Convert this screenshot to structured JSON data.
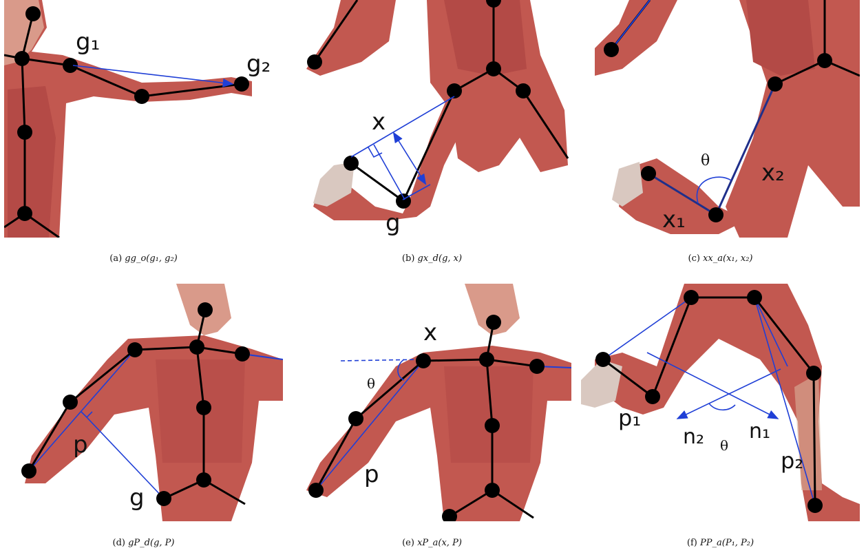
{
  "panels": [
    {
      "caption_letter": "(a)",
      "caption_formula": "gg_o(g₁, g₂)",
      "labels": [
        "g₁",
        "g₂"
      ]
    },
    {
      "caption_letter": "(b)",
      "caption_formula": "gx_d(g, x)",
      "labels": [
        "x",
        "g"
      ]
    },
    {
      "caption_letter": "(c)",
      "caption_formula": "xx_a(x₁, x₂)",
      "labels": [
        "θ",
        "x₂",
        "x₁"
      ]
    },
    {
      "caption_letter": "(d)",
      "caption_formula": "gP_d(g, P)",
      "labels": [
        "p",
        "g"
      ]
    },
    {
      "caption_letter": "(e)",
      "caption_formula": "xP_a(x, P)",
      "labels": [
        "x",
        "θ",
        "p"
      ]
    },
    {
      "caption_letter": "(f)",
      "caption_formula": "PP_a(P₁, P₂)",
      "labels": [
        "p₁",
        "n₂",
        "n₁",
        "θ",
        "p₂"
      ]
    }
  ],
  "colors": {
    "skin": "#b84a46",
    "skin_light": "#d07a6e",
    "skeleton": "#000000",
    "annotation": "#1f3fd6"
  }
}
